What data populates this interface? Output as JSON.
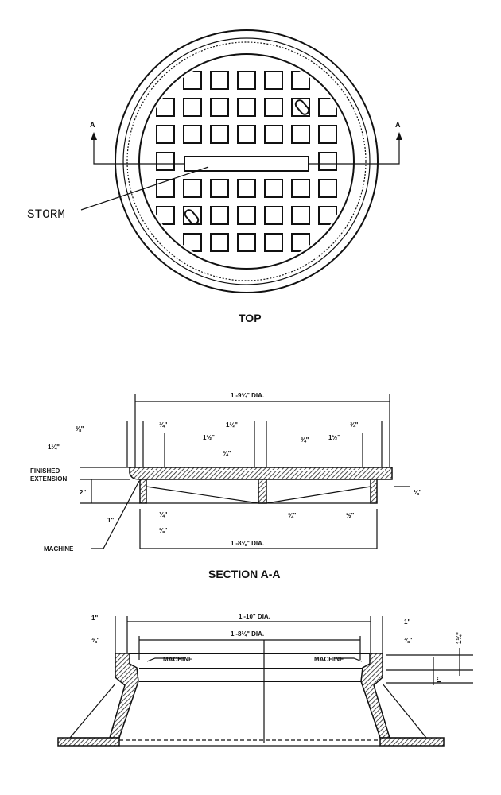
{
  "top_view": {
    "title": "TOP",
    "storm_label": "STORM",
    "section_marker_left": "A",
    "section_marker_right": "A"
  },
  "section_view": {
    "title": "SECTION A-A",
    "overall_dia": "1'-9¾\" DIA.",
    "bottom_dia": "1'-8⅛\" DIA.",
    "dims": {
      "left_3_8": "⅜\"",
      "left_1_1_4": "1¼\"",
      "top_3_4_left": "¾\"",
      "top_1_1_2_left": "1½\"",
      "top_1_1_2_mid": "1½\"",
      "top_3_4_mid_small": "¾\"",
      "top_3_4_mid": "¾\"",
      "top_3_4_right": "¾\"",
      "top_1_1_2_right": "1½\"",
      "depth_2": "2\"",
      "left_1": "1\"",
      "bot_1_4": "¼\"",
      "bot_3_8": "⅜\"",
      "bot_3_4_mid": "¾\"",
      "bot_1_2_right": "½\"",
      "right_1_8": "⅛\""
    },
    "finished_extension_label": [
      "FINISHED",
      "EXTENSION"
    ],
    "machine_label": "MACHINE"
  },
  "frame_view": {
    "outer_dia": "1'-10\" DIA.",
    "inner_dia": "1'-8¼\" DIA.",
    "left_1": "1\"",
    "left_3_8": "⅜\"",
    "right_1": "1\"",
    "right_3_8": "⅜\"",
    "right_vert": "1¼\"",
    "right_small": "1\"",
    "machine_left": "MACHINE",
    "machine_right": "MACHINE"
  }
}
